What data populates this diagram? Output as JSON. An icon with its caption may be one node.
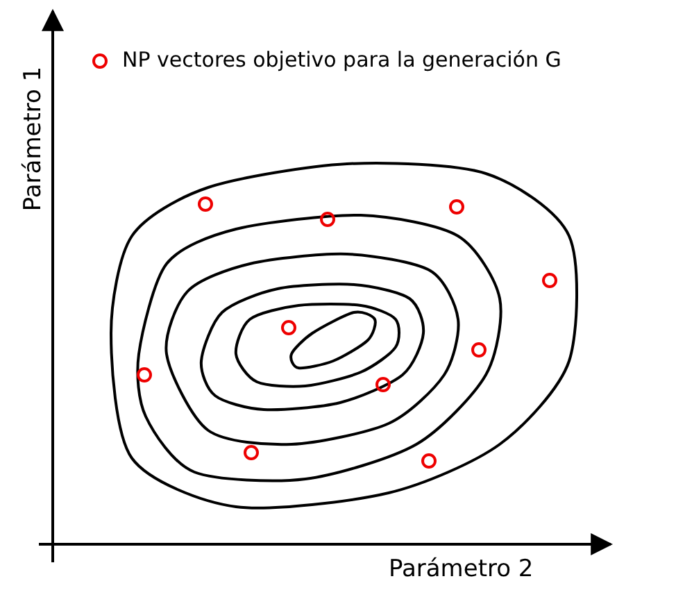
{
  "diagram": {
    "labels": [
      "Parámetro 1",
      "Parámetro 2"
    ],
    "legend": [
      {
        "text": "NP vectores objetivo para la generación G"
      }
    ]
  }
}
